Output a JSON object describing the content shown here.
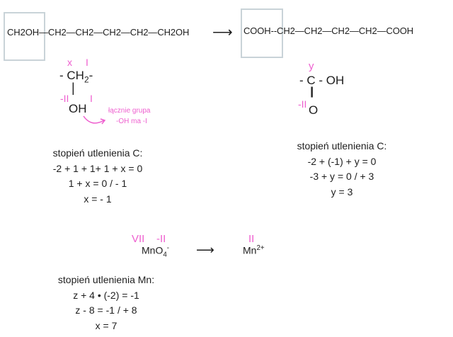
{
  "reaction": {
    "reactant": [
      "CH",
      "2",
      "OH",
      "—CH",
      "2",
      "—CH",
      "2",
      "—CH",
      "2",
      "—CH",
      "2",
      "—CH",
      "2",
      "OH"
    ],
    "reactant_text": "CH2OH—CH2—CH2—CH2—CH2—CH2OH",
    "arrow": "⟶",
    "product_text": "COOH--CH2—CH2—CH2—CH2—COOH"
  },
  "alcohol_group": {
    "label_x": "x",
    "label_h": "I",
    "group": "- CH",
    "sub": "2",
    "tail": "-",
    "bond": "|",
    "label_o": "-II",
    "label_h2": "I",
    "oh": "OH",
    "note_line1": "łącznie grupa",
    "note_line2": "-OH ma -I"
  },
  "acid_group": {
    "label_y": "y",
    "group": "- C - OH",
    "bond": "||",
    "label_o": "-II",
    "o": "O"
  },
  "calc_alcohol": {
    "title": "stopień utlenienia C:",
    "lines": [
      "-2 + 1 + 1+ 1 + x = 0",
      "1 + x = 0 / - 1",
      "x = - 1"
    ]
  },
  "calc_acid": {
    "title": "stopień utlenienia C:",
    "lines": [
      "-2 + (-1) + y = 0",
      "-3 + y = 0 / + 3",
      "y = 3"
    ]
  },
  "manganese": {
    "ox_mn": "VII",
    "ox_o": "-II",
    "reactant": "MnO",
    "reactant_sub": "4",
    "reactant_charge": "-",
    "arrow": "⟶",
    "ox_product": "II",
    "product": "Mn",
    "product_charge": "2+"
  },
  "calc_mn": {
    "title": "stopień utlenienia Mn:",
    "lines": [
      "z + 4 • (-2) = -1",
      "z - 8 = -1 / + 8",
      "x = 7"
    ]
  },
  "colors": {
    "annotation": "#ee5fcf",
    "box": "#c9d3d8"
  }
}
